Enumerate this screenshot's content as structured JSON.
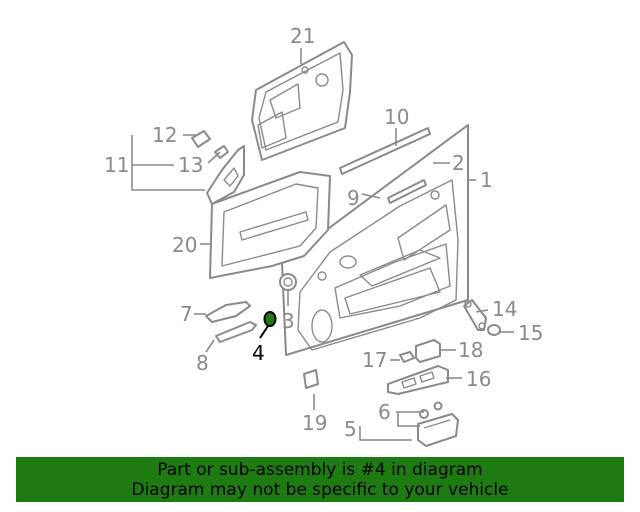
{
  "diagram": {
    "highlighted_callout": "4",
    "highlight_color": "#1e7b12",
    "callouts": [
      {
        "id": "c1",
        "text": "1"
      },
      {
        "id": "c2",
        "text": "2"
      },
      {
        "id": "c3",
        "text": "3"
      },
      {
        "id": "c4",
        "text": "4"
      },
      {
        "id": "c5",
        "text": "5"
      },
      {
        "id": "c6",
        "text": "6"
      },
      {
        "id": "c7",
        "text": "7"
      },
      {
        "id": "c8",
        "text": "8"
      },
      {
        "id": "c9",
        "text": "9"
      },
      {
        "id": "c10",
        "text": "10"
      },
      {
        "id": "c11",
        "text": "11"
      },
      {
        "id": "c12",
        "text": "12"
      },
      {
        "id": "c13",
        "text": "13"
      },
      {
        "id": "c14",
        "text": "14"
      },
      {
        "id": "c15",
        "text": "15"
      },
      {
        "id": "c16",
        "text": "16"
      },
      {
        "id": "c17",
        "text": "17"
      },
      {
        "id": "c18",
        "text": "18"
      },
      {
        "id": "c19",
        "text": "19"
      },
      {
        "id": "c20",
        "text": "20"
      },
      {
        "id": "c21",
        "text": "21"
      }
    ]
  },
  "banner": {
    "line1": "Part or sub-assembly is #4 in diagram",
    "line2": "Diagram may not be specific to your vehicle",
    "background_color": "#1e7b12"
  }
}
